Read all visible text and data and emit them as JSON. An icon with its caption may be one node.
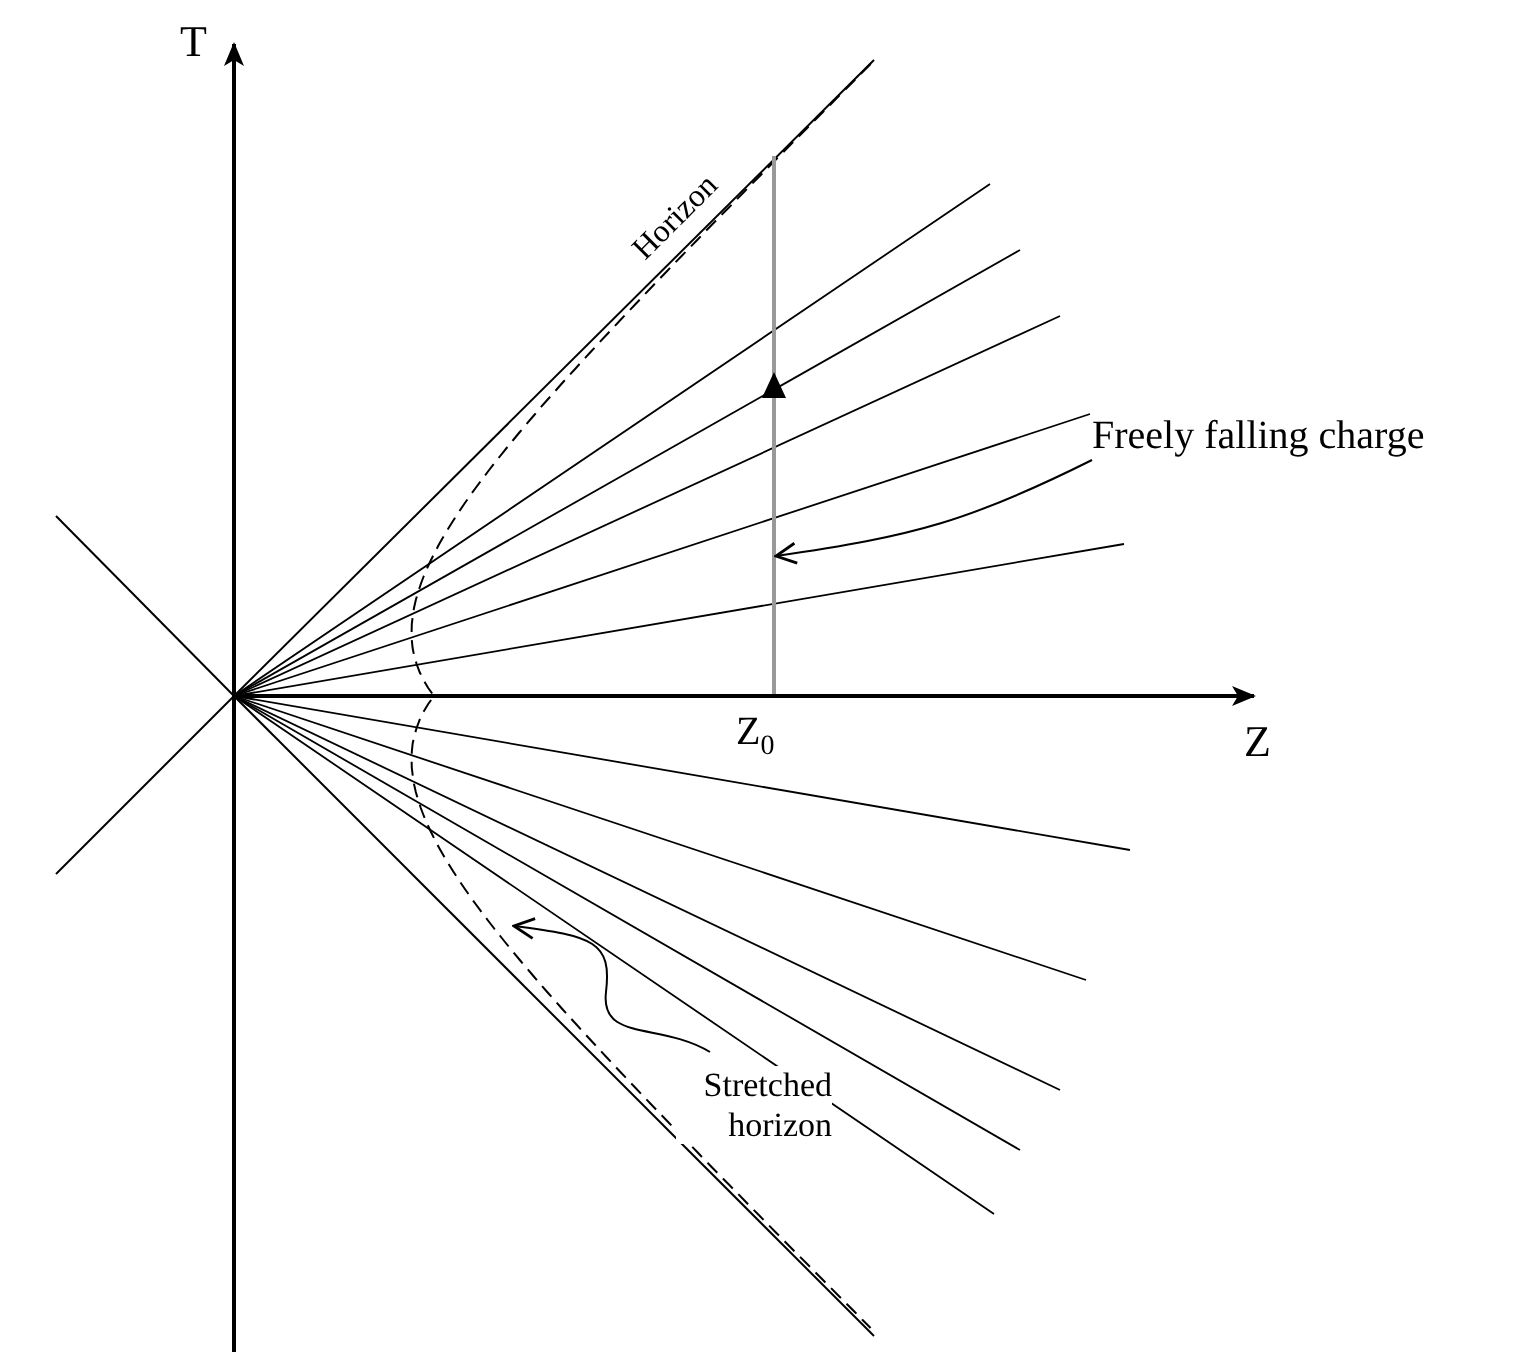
{
  "diagram": {
    "nodes": [
      {
        "text": [
          "Freely falling charge"
        ]
      },
      {
        "text": [
          "Stretched horizon"
        ]
      }
    ],
    "edges": [
      {
        "from": 0,
        "to": null,
        "arrow": "to"
      },
      {
        "from": 1,
        "to": null,
        "arrow": "to"
      }
    ],
    "labels": [
      "T",
      "Z",
      "Z$_{0}$",
      "Horizon"
    ]
  }
}
